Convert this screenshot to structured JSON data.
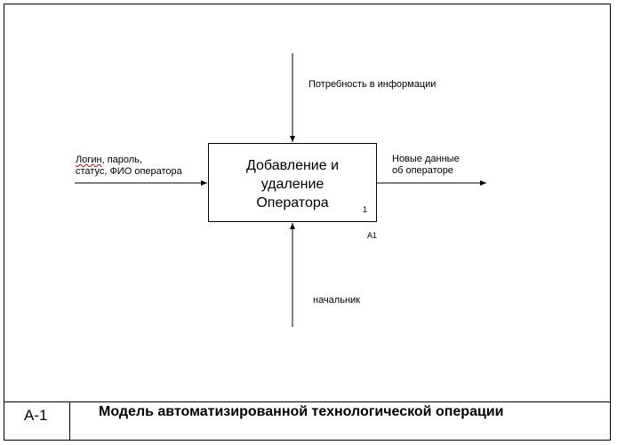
{
  "activity": {
    "name": "Добавление и\nудаление\nОператора",
    "number": "1",
    "code": "A1"
  },
  "arrows": {
    "control": "Потребность в информации",
    "input_first_word": "Логин",
    "input_rest": ", пароль,\nстатус, ФИО оператора",
    "output": "Новые данные\nоб операторе",
    "mechanism": "начальник"
  },
  "footer": {
    "node": "А-1",
    "title": "Модель автоматизированной технологической операции"
  }
}
